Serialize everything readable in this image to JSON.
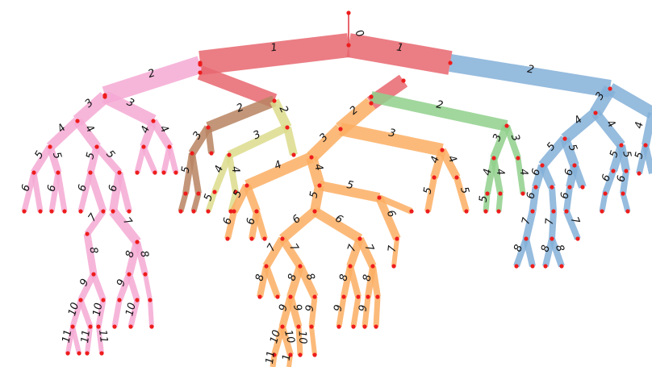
{
  "colors": {
    "node": "#ee1c1c",
    "root_branch": "#e8666e",
    "pink": "#f5a9d3",
    "brown": "#b88462",
    "olive": "#dcdc8c",
    "orange": "#fbae63",
    "green": "#90d08c",
    "blue": "#84b0d8"
  },
  "tree": {
    "root": {
      "level": "0"
    },
    "root_edges": [
      {
        "label": "1"
      },
      {
        "label": "1"
      }
    ],
    "branch_labels": {
      "level_1": [
        "1",
        "1"
      ],
      "level_2": [
        "2",
        "2",
        "2",
        "2",
        "2",
        "2"
      ],
      "level_3": [
        "3",
        "3",
        "3",
        "3",
        "3",
        "3",
        "3",
        "3",
        "3",
        "3",
        "3",
        "3",
        "3"
      ],
      "level_4": [
        "4",
        "4",
        "4",
        "4",
        "4",
        "4",
        "4",
        "4",
        "4",
        "4",
        "4",
        "4",
        "4",
        "4",
        "4",
        "4",
        "4",
        "4",
        "4"
      ],
      "level_5": [
        "5",
        "5",
        "5",
        "5",
        "5",
        "5",
        "5",
        "5",
        "5",
        "5",
        "5",
        "5",
        "5",
        "5",
        "5",
        "5",
        "5",
        "5",
        "5",
        "5",
        "5"
      ],
      "level_6": [
        "6",
        "6",
        "6",
        "6",
        "6",
        "6",
        "6",
        "6",
        "6",
        "6",
        "6",
        "6",
        "6",
        "6",
        "6",
        "6",
        "6",
        "6",
        "6"
      ],
      "level_7": [
        "7",
        "7",
        "7",
        "7",
        "7",
        "7",
        "7",
        "7",
        "7",
        "7",
        "7"
      ],
      "level_8": [
        "8",
        "8",
        "8",
        "8",
        "8",
        "8",
        "8",
        "8",
        "8",
        "8",
        "8",
        "8",
        "8",
        "8"
      ],
      "level_9": [
        "9",
        "9",
        "9",
        "9",
        "9",
        "9",
        "9",
        "9",
        "9",
        "9",
        "9"
      ],
      "level_10": [
        "10",
        "10",
        "10",
        "10",
        "10",
        "10",
        "10"
      ],
      "level_11": [
        "11",
        "11",
        "11",
        "11",
        "1"
      ]
    }
  }
}
